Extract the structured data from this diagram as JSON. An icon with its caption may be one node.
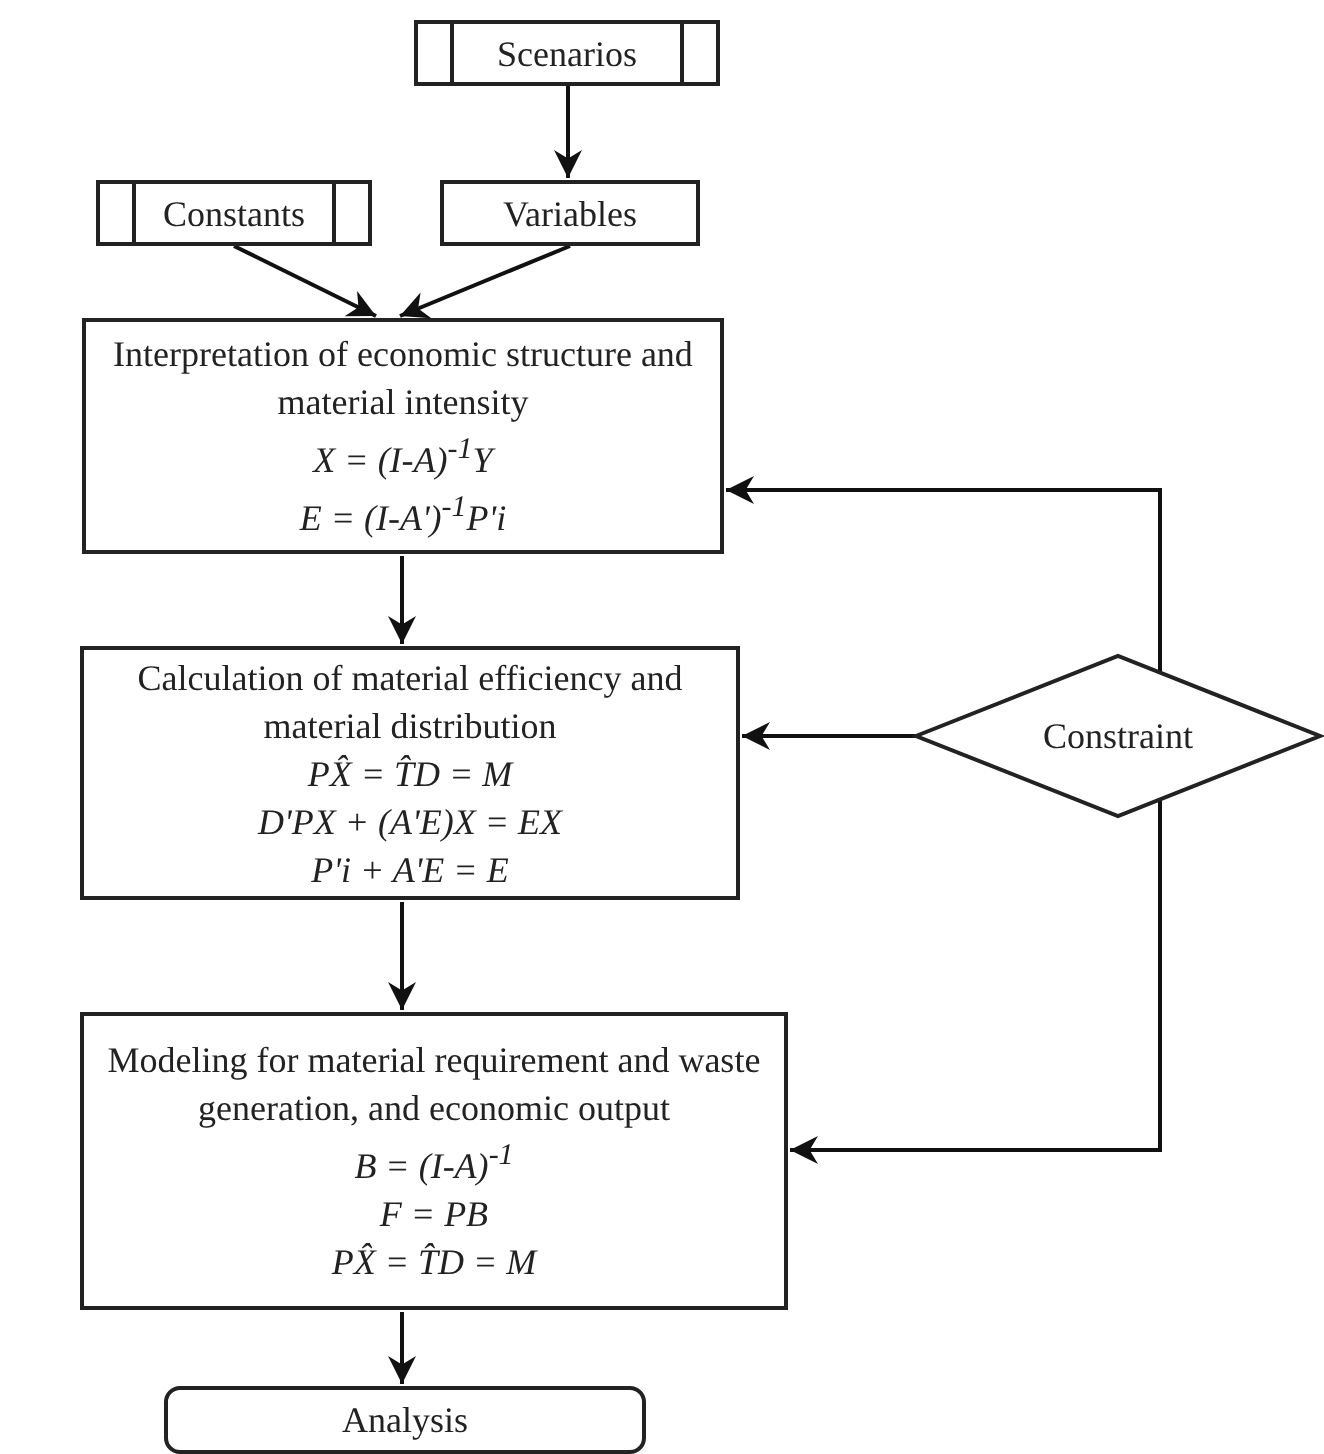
{
  "diagram": {
    "nodes": [
      {
        "text": [
          "Scenarios"
        ]
      },
      {
        "text": [
          "Constants"
        ]
      },
      {
        "text": [
          "Variables"
        ]
      },
      {
        "text": [
          "Interpretation of economic structure and material intensity",
          "X = (I-A)$^{-1}$Y",
          "E = (I-A')$^{-1}$P'i"
        ]
      },
      {
        "text": [
          "Calculation of material efficiency and material distribution",
          "PX̂ = T̂D = M",
          "D'PX + (A'E)X = EX",
          "P'i + A'E = E"
        ]
      },
      {
        "text": [
          "Modeling for material requirement and waste generation, and economic output",
          "B = (I-A)$^{-1}$",
          "F = PB",
          "PX̂ = T̂D = M"
        ]
      },
      {
        "text": [
          "Analysis"
        ]
      },
      {
        "text": [
          "Constraint"
        ]
      }
    ],
    "edges": [
      {
        "from": 0,
        "to": 2,
        "arrow": "to"
      },
      {
        "from": 1,
        "to": 3,
        "arrow": "to"
      },
      {
        "from": 2,
        "to": 3,
        "arrow": "to"
      },
      {
        "from": 3,
        "to": 4,
        "arrow": "to"
      },
      {
        "from": 4,
        "to": 5,
        "arrow": "to"
      },
      {
        "from": 5,
        "to": 6,
        "arrow": "to"
      },
      {
        "from": 7,
        "to": 3,
        "arrow": "to"
      },
      {
        "from": 7,
        "to": 4,
        "arrow": "to"
      },
      {
        "from": 7,
        "to": 5,
        "arrow": "to"
      }
    ]
  }
}
